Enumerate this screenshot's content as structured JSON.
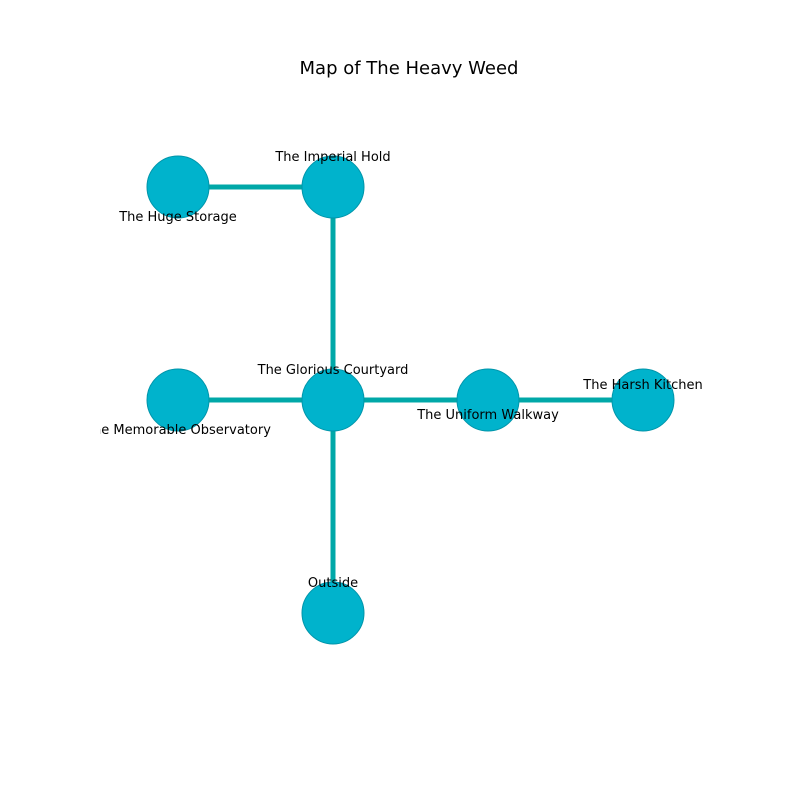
{
  "title": "Map of The Heavy Weed",
  "colors": {
    "node_fill": "#00b3cc",
    "node_stroke": "#0095aa",
    "edge": "#00a8a8",
    "background": "#ffffff",
    "text": "#000000"
  },
  "rooms": [
    {
      "id": "huge-storage",
      "label": "The Huge Storage"
    },
    {
      "id": "imperial-hold",
      "label": "The Imperial Hold"
    },
    {
      "id": "memorable-observatory",
      "label": "The Memorable Observatory"
    },
    {
      "id": "glorious-courtyard",
      "label": "The Glorious Courtyard"
    },
    {
      "id": "uniform-walkway",
      "label": "The Uniform Walkway"
    },
    {
      "id": "harsh-kitchen",
      "label": "The Harsh Kitchen"
    },
    {
      "id": "outside",
      "label": "Outside"
    }
  ],
  "connections": [
    [
      "huge-storage",
      "imperial-hold"
    ],
    [
      "imperial-hold",
      "glorious-courtyard"
    ],
    [
      "memorable-observatory",
      "glorious-courtyard"
    ],
    [
      "glorious-courtyard",
      "uniform-walkway"
    ],
    [
      "uniform-walkway",
      "harsh-kitchen"
    ],
    [
      "glorious-courtyard",
      "outside"
    ]
  ]
}
